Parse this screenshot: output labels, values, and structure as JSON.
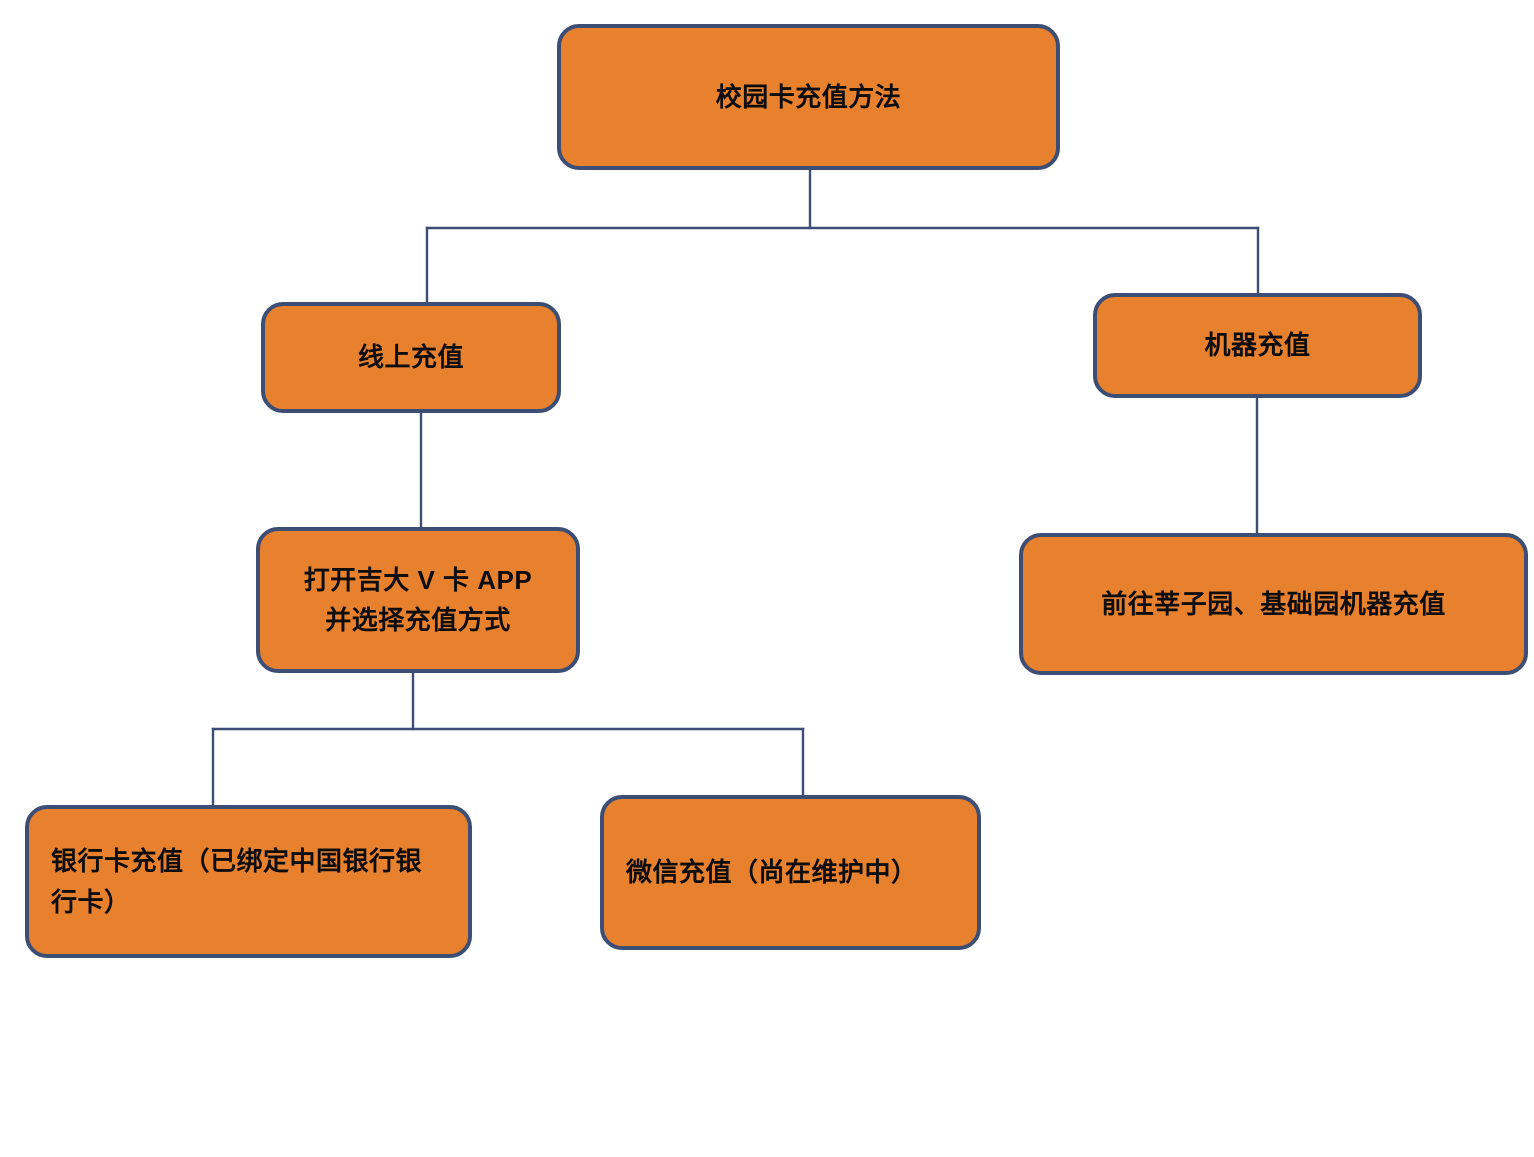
{
  "diagram": {
    "title": "校园卡充值方法",
    "type": "flowchart",
    "orientation": "top-down",
    "colors": {
      "node_fill": "#E8812E",
      "node_border": "#3D4E74",
      "connector": "#3D4E74",
      "text": "#0d0d0d",
      "background": "#ffffff"
    },
    "nodes": [
      {
        "id": "root",
        "label": "校园卡充值方法",
        "level": 0,
        "align": "center"
      },
      {
        "id": "online",
        "label": "线上充值",
        "level": 1,
        "align": "center"
      },
      {
        "id": "machine",
        "label": "机器充值",
        "level": 1,
        "align": "center"
      },
      {
        "id": "app",
        "label": "打开吉大 V 卡 APP\n并选择充值方式",
        "level": 2,
        "align": "center"
      },
      {
        "id": "location",
        "label": "前往莘子园、基础园机器充值",
        "level": 2,
        "align": "center"
      },
      {
        "id": "bank",
        "label": "银行卡充值（已绑定中国银行银行卡）",
        "level": 3,
        "align": "left"
      },
      {
        "id": "wechat",
        "label": "微信充值（尚在维护中）",
        "level": 3,
        "align": "left"
      }
    ],
    "edges": [
      {
        "from": "root",
        "to": "online"
      },
      {
        "from": "root",
        "to": "machine"
      },
      {
        "from": "online",
        "to": "app"
      },
      {
        "from": "machine",
        "to": "location"
      },
      {
        "from": "app",
        "to": "bank"
      },
      {
        "from": "app",
        "to": "wechat"
      }
    ]
  }
}
